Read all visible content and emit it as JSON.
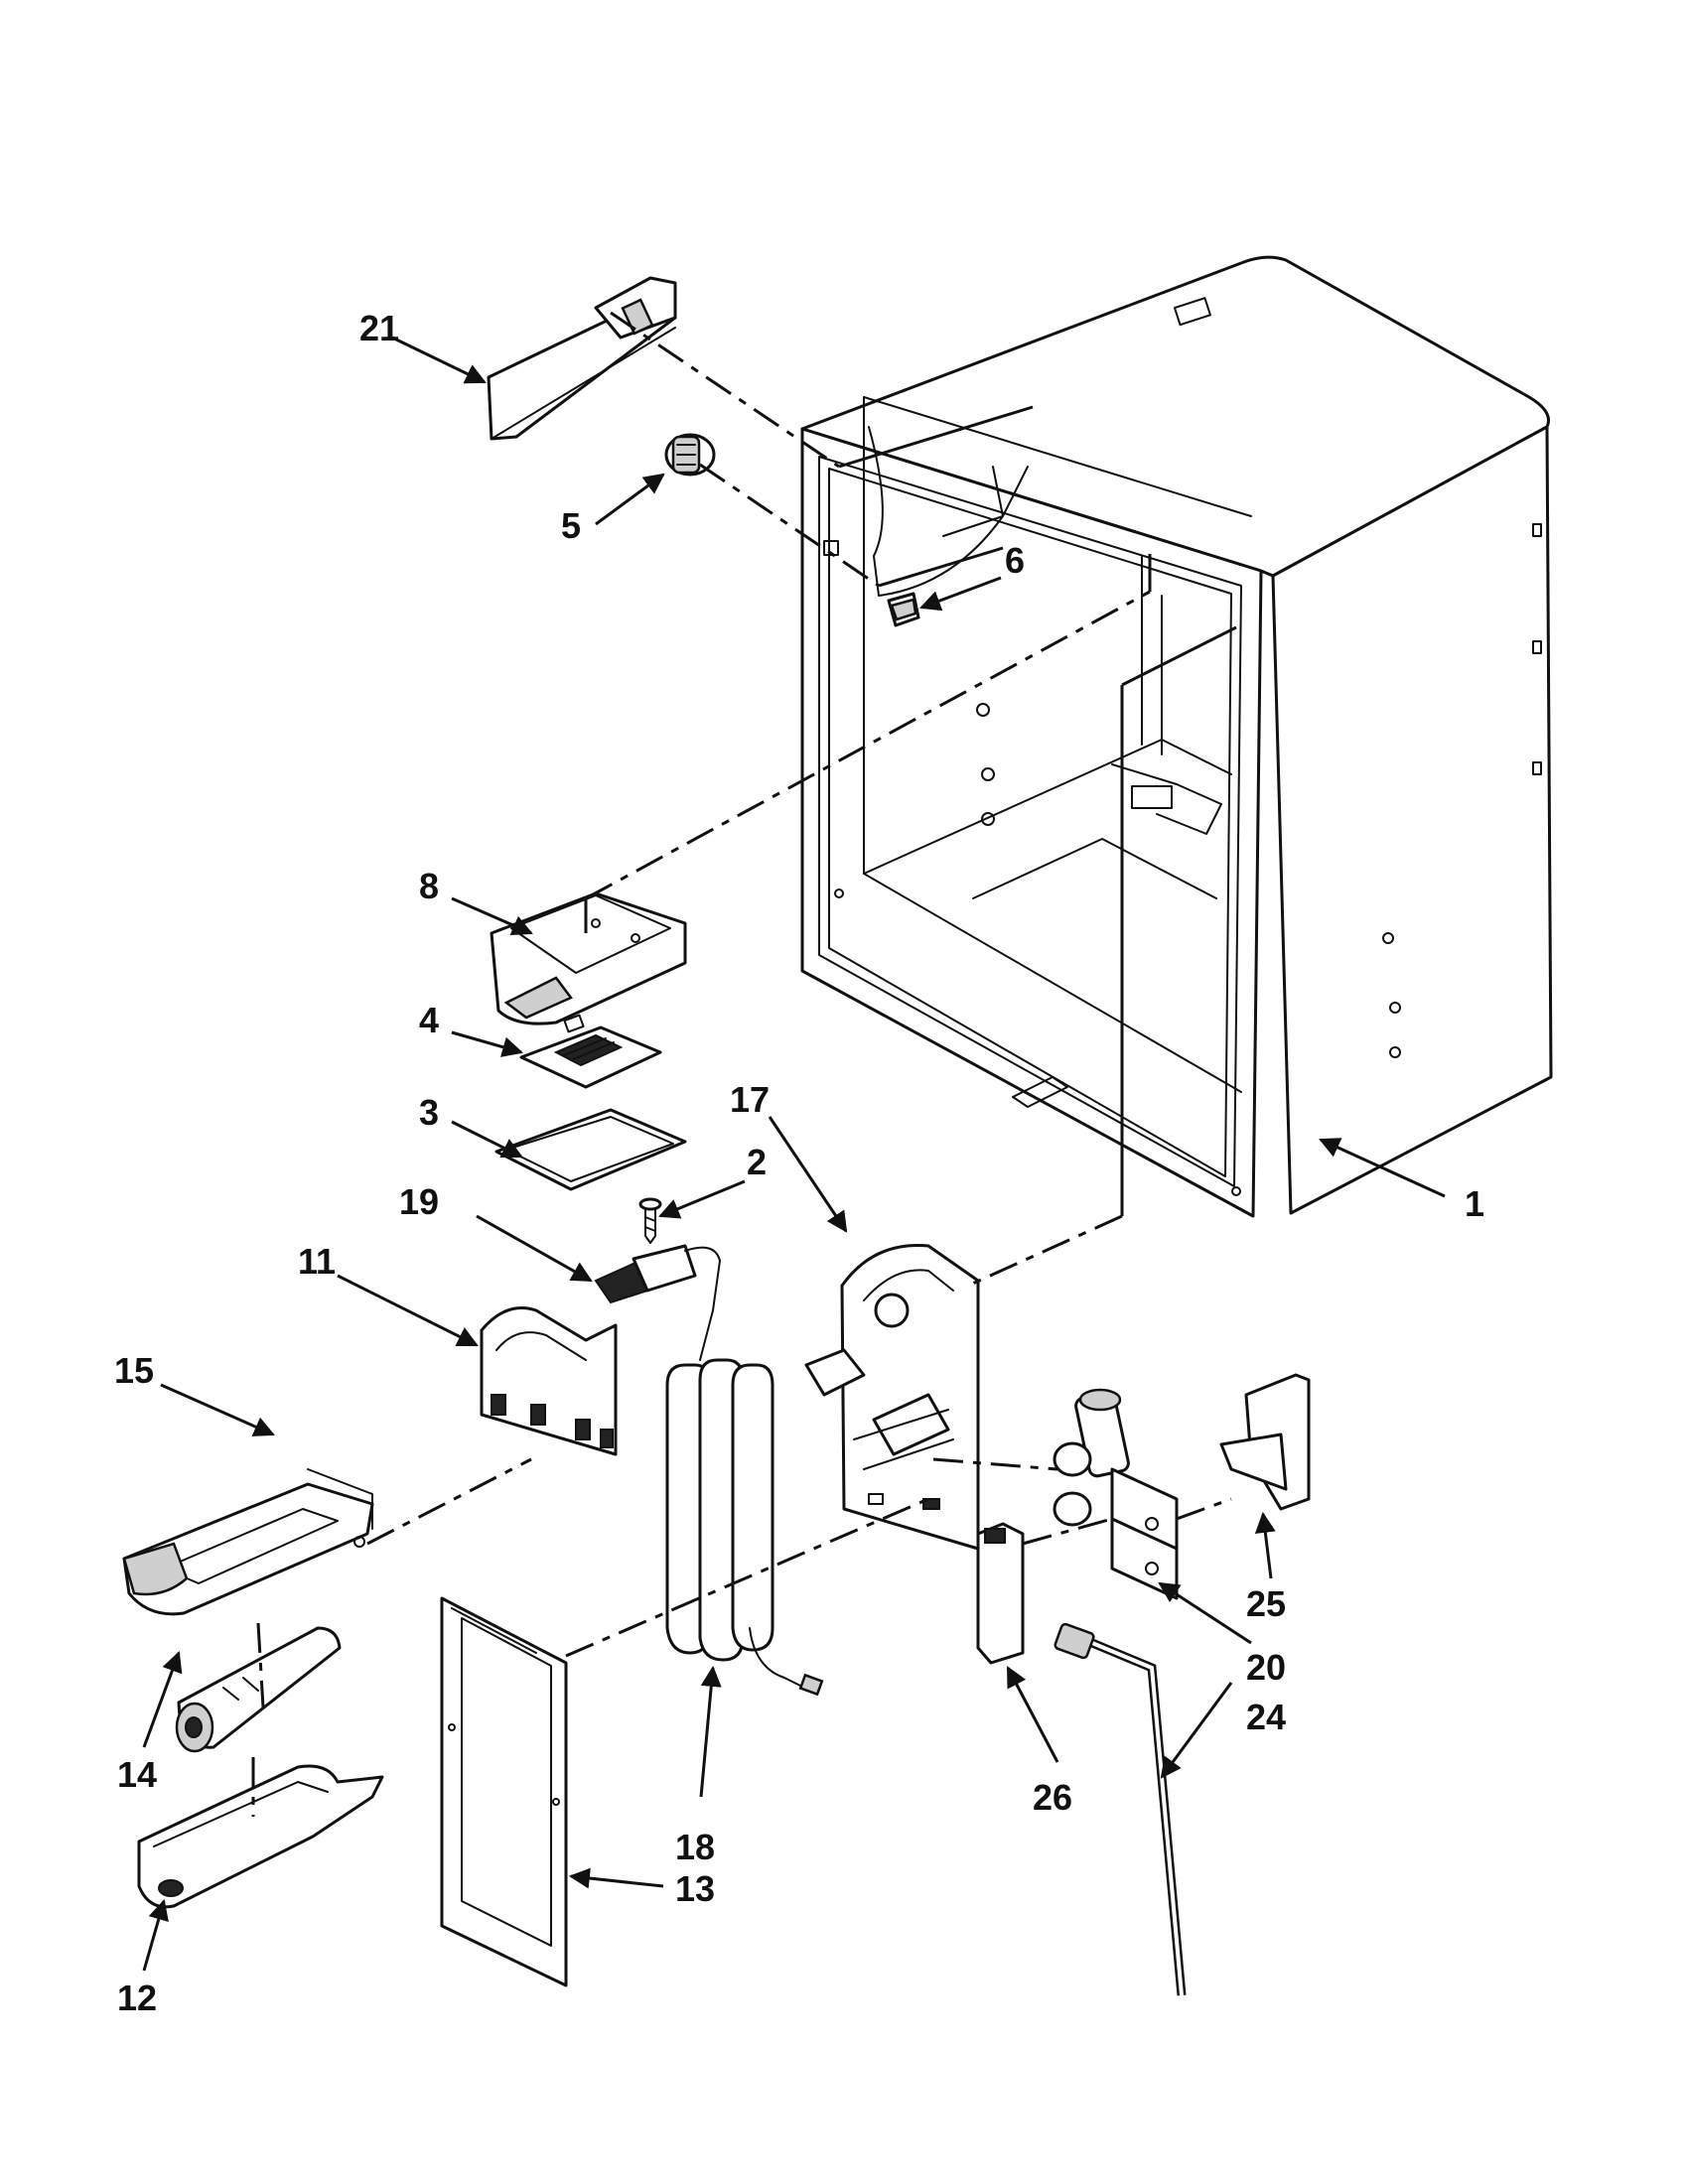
{
  "callouts": [
    {
      "id": "c1",
      "text": "1"
    },
    {
      "id": "c2",
      "text": "2"
    },
    {
      "id": "c3",
      "text": "3"
    },
    {
      "id": "c4",
      "text": "4"
    },
    {
      "id": "c5",
      "text": "5"
    },
    {
      "id": "c6",
      "text": "6"
    },
    {
      "id": "c8",
      "text": "8"
    },
    {
      "id": "c11",
      "text": "11"
    },
    {
      "id": "c12",
      "text": "12"
    },
    {
      "id": "c13",
      "text": "13"
    },
    {
      "id": "c14",
      "text": "14"
    },
    {
      "id": "c15",
      "text": "15"
    },
    {
      "id": "c17",
      "text": "17"
    },
    {
      "id": "c18",
      "text": "18"
    },
    {
      "id": "c19",
      "text": "19"
    },
    {
      "id": "c20",
      "text": "20"
    },
    {
      "id": "c21",
      "text": "21"
    },
    {
      "id": "c24",
      "text": "24"
    },
    {
      "id": "c25",
      "text": "25"
    },
    {
      "id": "c26",
      "text": "26"
    }
  ],
  "colors": {
    "ink": "#111111",
    "paper": "#ffffff",
    "shade": "#cfcfcf"
  }
}
